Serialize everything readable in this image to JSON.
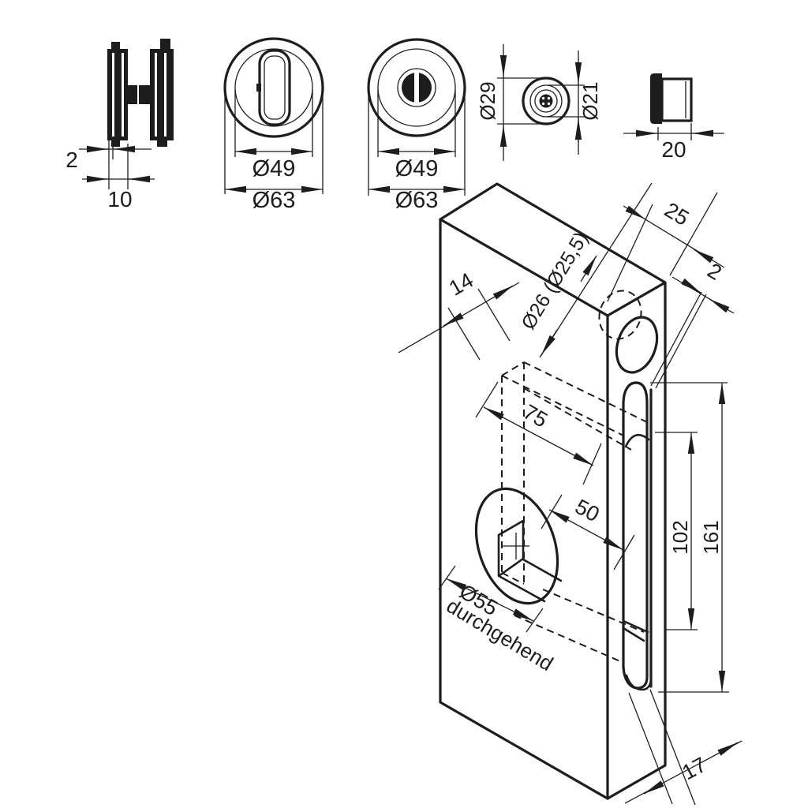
{
  "meta": {
    "type": "technical-drawing",
    "language": "de",
    "ink_color": "#1d1d1d",
    "paper_color": "#ffffff"
  },
  "views": {
    "rosette_pair_side": {
      "title": "rosette pair side view",
      "dims": {
        "flange_thickness": "2",
        "rosette_thickness": "10"
      }
    },
    "thumbturn_rosette_front": {
      "title": "thumbturn rosette front view",
      "dims": {
        "turn_diameter": "Ø49",
        "rosette_diameter": "Ø63"
      }
    },
    "release_rosette_front": {
      "title": "emergency release rosette front view",
      "dims": {
        "inner_diameter": "Ø49",
        "rosette_diameter": "Ø63"
      }
    },
    "spindle_bush_front": {
      "title": "spindle bush front view",
      "dims": {
        "outer_diameter": "Ø29",
        "inner_diameter": "Ø21"
      }
    },
    "flush_cup_side": {
      "title": "flush cup side view",
      "dims": {
        "depth": "20"
      }
    },
    "door_isometric": {
      "title": "door leaf isometric installation drawing",
      "dims": {
        "hole_center_from_face": "14",
        "hole_center_from_edge": "25",
        "groove_to_edge": "2",
        "edge_bore": "Ø26 (Ø25,5)",
        "pocket_depth": "75",
        "pocket_width": "50",
        "pocket_length": "102",
        "groove_length": "161",
        "face_bore": "Ø55",
        "face_bore_note": "durchgehend",
        "groove_from_front": "17"
      }
    }
  }
}
